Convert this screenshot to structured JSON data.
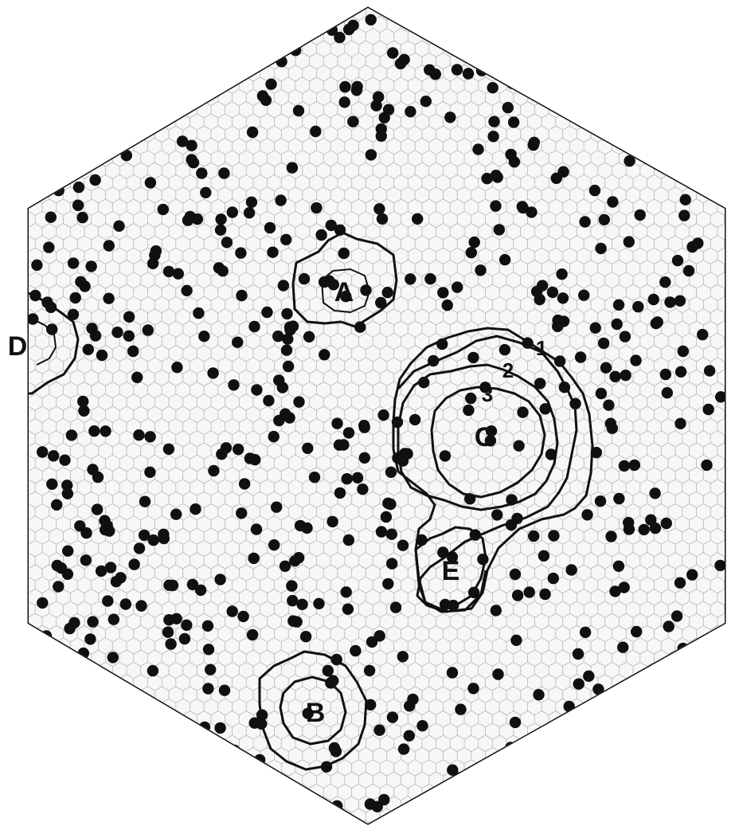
{
  "figure": {
    "region_labels": {
      "a": "A",
      "b": "B",
      "c": "C",
      "d": "D",
      "e": "E"
    },
    "shell_labels": {
      "one": "1",
      "two": "2",
      "three": "3"
    },
    "colors": {
      "background": "#ffffff",
      "cell_fill": "#f7f7f7",
      "cell_stroke": "#b5b5b5",
      "occupied_site": "#101010",
      "boundary": "#111111"
    }
  }
}
